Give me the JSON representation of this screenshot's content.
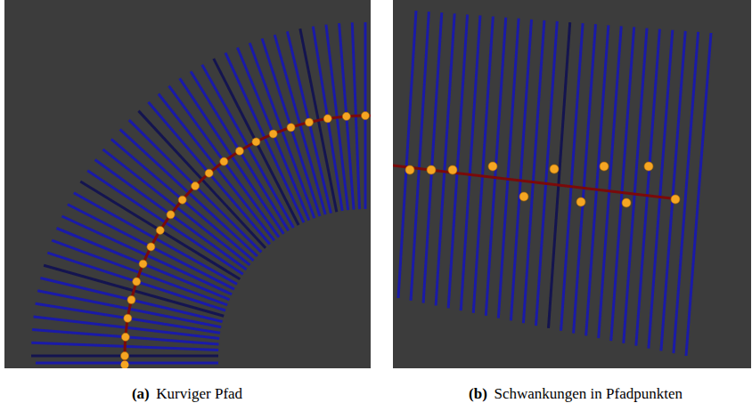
{
  "diagram": {
    "labels": [
      "(a)",
      "Kurviger Pfad",
      "(b)",
      "Schwankungen in Pfadpunkten"
    ]
  }
}
